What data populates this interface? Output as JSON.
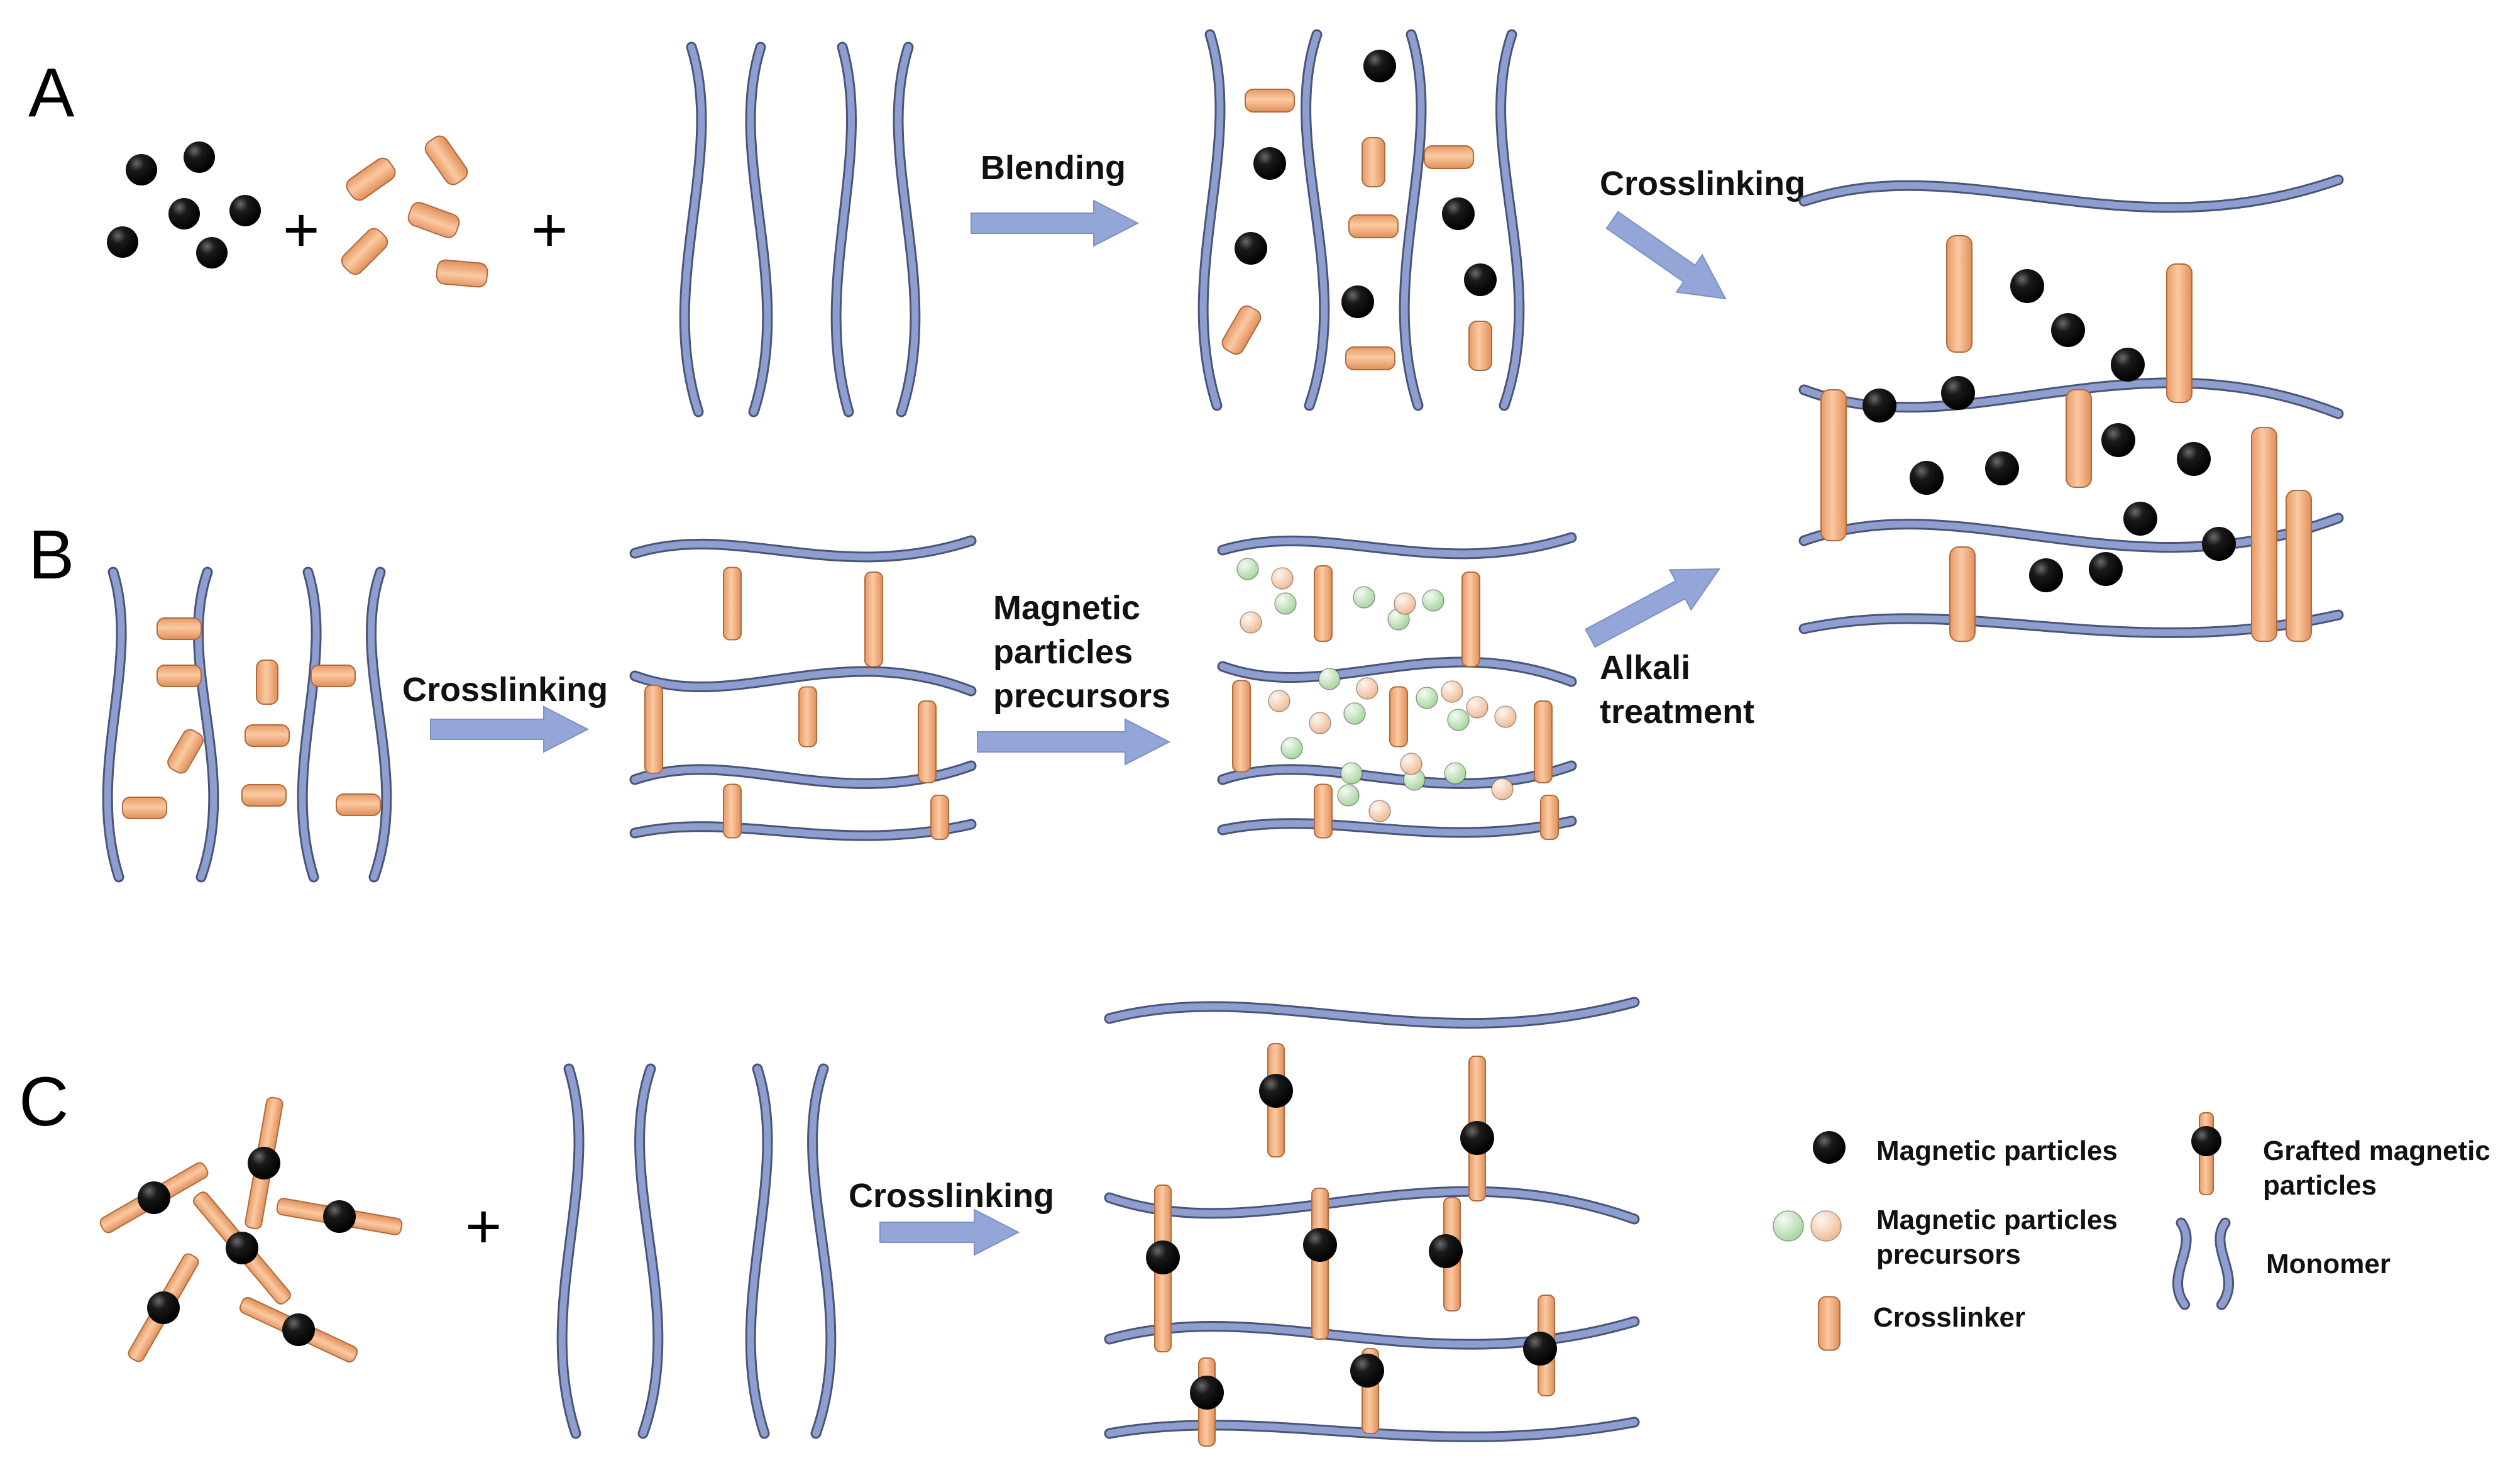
{
  "panels": {
    "a": "A",
    "b": "B",
    "c": "C"
  },
  "operators": {
    "plus": "+"
  },
  "steps": {
    "blending": "Blending",
    "crosslinking": "Crosslinking",
    "magnetic_precursors": [
      "Magnetic",
      "particles",
      "precursors"
    ],
    "alkali_treatment": [
      "Alkali",
      "treatment"
    ]
  },
  "legend": {
    "magnetic_particles": "Magnetic particles",
    "precursors": [
      "Magnetic particles",
      "precursors"
    ],
    "crosslinker": "Crosslinker",
    "grafted": [
      "Grafted magnetic",
      "particles"
    ],
    "monomer": "Monomer"
  },
  "colors": {
    "chain": "#8e9fcf",
    "chain_outline": "#4a5478",
    "crosslinker": "#f5b484",
    "crosslinker_outline": "#b06a3c",
    "particle": "#0a0a0a",
    "precursor_green": "#c3e2bc",
    "precursor_peach": "#f3d3b9",
    "arrow": "#93a6d7"
  }
}
